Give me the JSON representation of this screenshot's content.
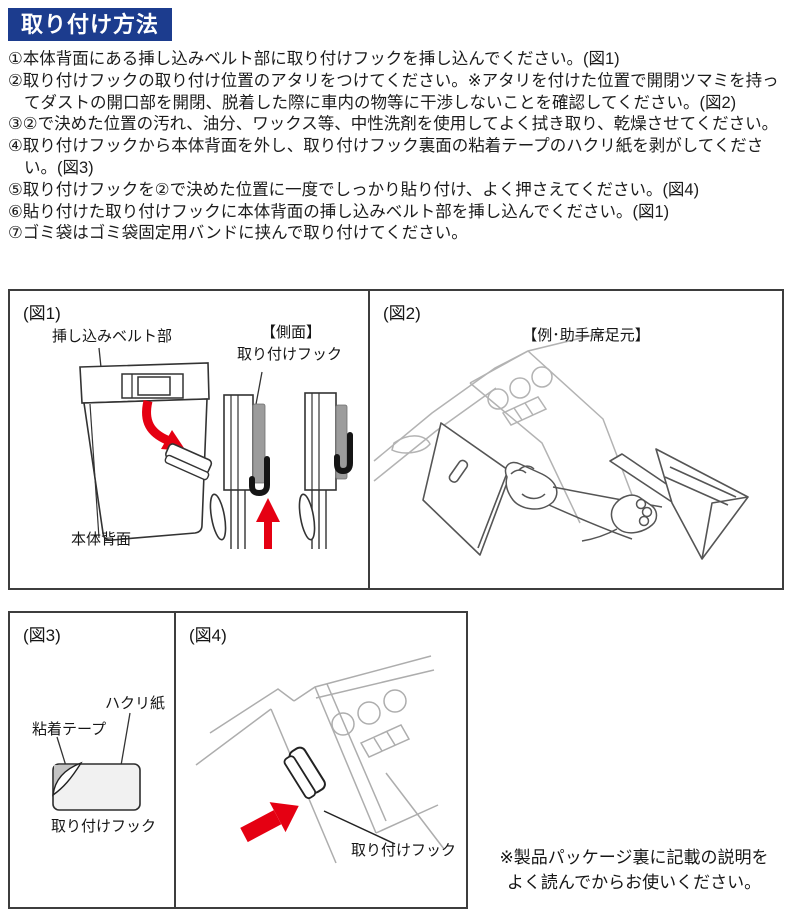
{
  "header": {
    "title": "取り付け方法"
  },
  "instructions": {
    "lines": [
      "①本体背面にある挿し込みベルト部に取り付けフックを挿し込んでください。(図1)",
      "②取り付けフックの取り付け位置のアタリをつけてください。※アタリを付けた位置で開閉ツマミを持っ",
      "てダストの開口部を開閉、脱着した際に車内の物等に干渉しないことを確認してください。(図2)",
      "③②で決めた位置の汚れ、油分、ワックス等、中性洗剤を使用してよく拭き取り、乾燥させてください。",
      "④取り付けフックから本体背面を外し、取り付けフック裏面の粘着テープのハクリ紙を剥がしてくださ",
      "い。(図3)",
      "⑤取り付けフックを②で決めた位置に一度でしっかり貼り付け、よく押さえてください。(図4)",
      "⑥貼り付けた取り付けフックに本体背面の挿し込みベルト部を挿し込んでください。(図1)",
      "⑦ゴミ袋はゴミ袋固定用バンドに挟んで取り付けてください。"
    ]
  },
  "fig1": {
    "label": "(図1)",
    "belt_label": "挿し込みベルト部",
    "side_caption": "【側面】",
    "hook_label": "取り付けフック",
    "body_label": "本体背面"
  },
  "fig2": {
    "label": "(図2)",
    "caption": "【例･助手席足元】"
  },
  "fig3": {
    "label": "(図3)",
    "release_paper_label": "ハクリ紙",
    "tape_label": "粘着テープ",
    "hook_label": "取り付けフック"
  },
  "fig4": {
    "label": "(図4)",
    "hook_label": "取り付けフック"
  },
  "footnote": {
    "line1": "※製品パッケージ裏に記載の説明を",
    "line2": "よく読んでからお使いください。"
  },
  "colors": {
    "title_bg": "#1c3c8e",
    "arrow_red": "#e50012",
    "line_dark": "#333333",
    "line_light": "#b3b3b3"
  }
}
